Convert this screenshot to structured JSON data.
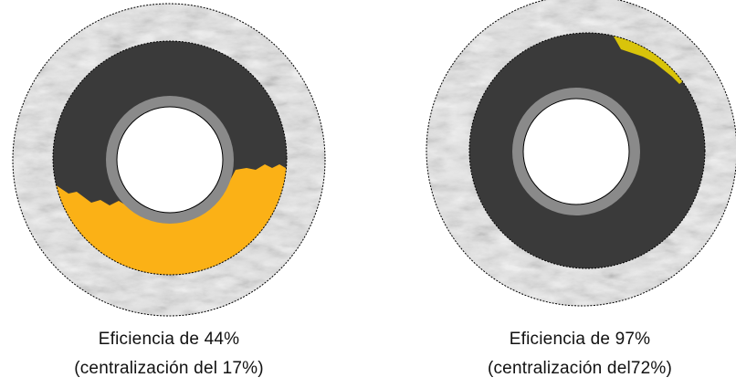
{
  "diagrams": [
    {
      "efficiency_label": "Eficiencia de 44%",
      "centralization_label": "(centralización del 17%)",
      "efficiency_pct": 44,
      "centralization_pct": 17
    },
    {
      "efficiency_label": "Eficiencia de 97%",
      "centralization_label": "(centralización del72%)",
      "efficiency_pct": 97,
      "centralization_pct": 72
    }
  ],
  "colors": {
    "formation": "#e2e2e2",
    "cement": "#3a3a3a",
    "mud_channel_left": "#fbb116",
    "mud_channel_right": "#d9c40a",
    "casing": "#8a8a8a",
    "bore": "#ffffff",
    "outline": "#000000"
  }
}
